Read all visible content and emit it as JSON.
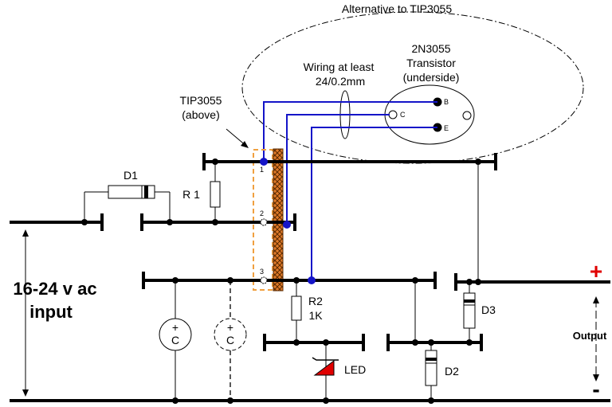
{
  "header": {
    "alternative": "Alternative to TIP3055"
  },
  "transistor_2n3055": {
    "line1": "2N3055",
    "line2": "Transistor",
    "line3": "(underside)",
    "pin_b": "B",
    "pin_c": "C",
    "pin_e": "E"
  },
  "wiring": {
    "line1": "Wiring at least",
    "line2": "24/0.2mm"
  },
  "tip3055": {
    "line1": "TIP3055",
    "line2": "(above)",
    "pin1": "1",
    "pin2": "2",
    "pin3": "3"
  },
  "components": {
    "d1": "D1",
    "r1": "R 1",
    "r2": "R2",
    "r2_value": "1K",
    "d2": "D2",
    "d3": "D3",
    "led": "LED",
    "cap1": "C",
    "cap2": "C",
    "cap_plus": "+"
  },
  "input": {
    "line1": "16-24 v ac",
    "line2": "input"
  },
  "output": {
    "label": "Output",
    "plus": "+",
    "minus": "-"
  },
  "colors": {
    "wire": "#000000",
    "blue_wire": "#1414c8",
    "plus_sign": "#e00000",
    "led_red": "#e00000",
    "heatsink": "#d2691e",
    "tip_outline": "#f0a040"
  }
}
